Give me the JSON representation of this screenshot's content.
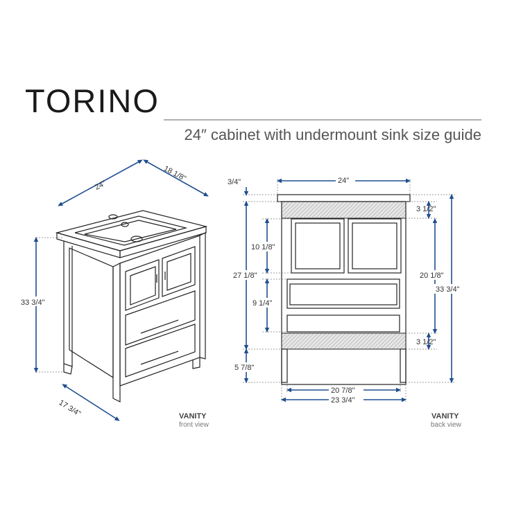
{
  "header": {
    "title": "TORINO",
    "subtitle": "24″ cabinet with undermount sink size guide"
  },
  "front_view": {
    "label": "VANITY",
    "sublabel": "front view",
    "dims": {
      "width": "24\"",
      "depth": "18 1/8\"",
      "height": "33 3/4\"",
      "base_depth": "17 3/4\""
    }
  },
  "back_view": {
    "label": "VANITY",
    "sublabel": "back view",
    "dims": {
      "top_width": "24\"",
      "top_thickness": "3/4\"",
      "upper_panel": "3 1/2\"",
      "upper_opening": "10 1/8\"",
      "mid_height": "27 1/8\"",
      "lower_opening": "9 1/4\"",
      "inner_height": "20 1/8\"",
      "total_height": "33 3/4\"",
      "lower_panel": "3 1/2\"",
      "leg_height": "5 7/8\"",
      "inner_width": "20 7/8\"",
      "outer_width": "23 3/4\""
    }
  },
  "colors": {
    "dimension_line": "#1f4f8f",
    "outline": "#222222",
    "hatch": "#bdbdbd"
  }
}
